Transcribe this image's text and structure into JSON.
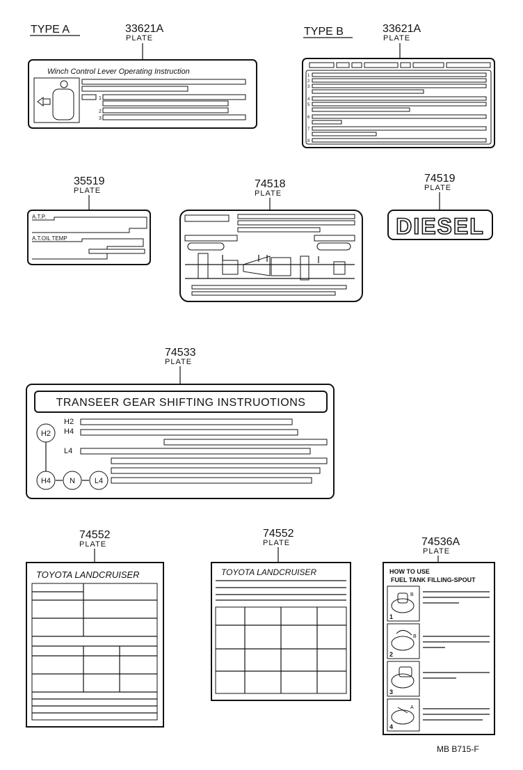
{
  "type_a": {
    "label": "TYPE  A",
    "part_no": "33621A",
    "sub": "PLATE",
    "title": "Winch  Control  Lever  Operating  Instruction",
    "nums": [
      "1",
      "2",
      "3"
    ]
  },
  "type_b": {
    "label": "TYPE  B",
    "part_no": "33621A",
    "sub": "PLATE",
    "nums": [
      "1",
      "2",
      "3",
      "4",
      "5",
      "6",
      "7",
      "8"
    ]
  },
  "p35519": {
    "part_no": "35519",
    "sub": "PLATE",
    "atp": "A.T.P.",
    "oil": "A.T.OIL TEMP"
  },
  "p74518": {
    "part_no": "74518",
    "sub": "PLATE"
  },
  "p74519": {
    "part_no": "74519",
    "sub": "PLATE",
    "text": "DIESEL"
  },
  "p74533": {
    "part_no": "74533",
    "sub": "PLATE",
    "title": "TRANSEER GEAR SHIFTING  INSTRUOTIONS",
    "rows": [
      "H2",
      "H4",
      "L4"
    ],
    "circles": [
      "H2",
      "H4",
      "N",
      "L4"
    ]
  },
  "p74552a": {
    "part_no": "74552",
    "sub": "PLATE",
    "title": "TOYOTA  LANDCRUISER"
  },
  "p74552b": {
    "part_no": "74552",
    "sub": "PLATE",
    "title": "TOYOTA  LANDCRUISER"
  },
  "p74536": {
    "part_no": "74536A",
    "sub": "PLATE",
    "title1": "HOW  TO USE",
    "title2": "FUEL TANK FILLING-SPOUT",
    "steps": [
      "1",
      "2",
      "3",
      "4"
    ],
    "marks": [
      "A",
      "B"
    ]
  },
  "footer": "MB  B715-F"
}
